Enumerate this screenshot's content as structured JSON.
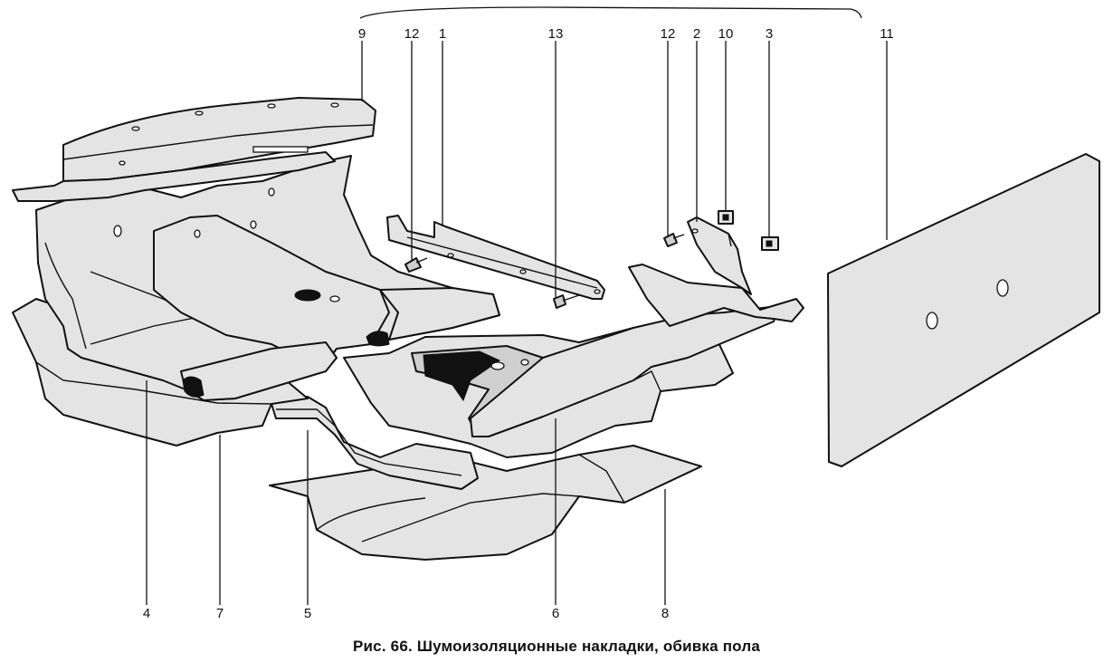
{
  "caption": "Рис. 66. Шумоизоляционные накладки, обивка пола",
  "callouts": {
    "c9": "9",
    "c12a": "12",
    "c1": "1",
    "c13": "13",
    "c12b": "12",
    "c2": "2",
    "c10": "10",
    "c3": "3",
    "c11": "11",
    "c4": "4",
    "c7": "7",
    "c5": "5",
    "c6": "6",
    "c8": "8"
  }
}
